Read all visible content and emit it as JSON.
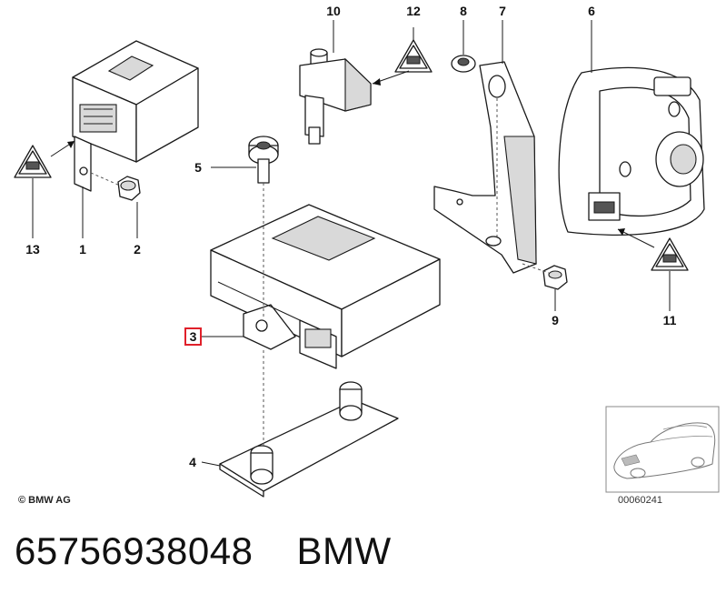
{
  "callouts": {
    "c1": "1",
    "c2": "2",
    "c3": "3",
    "c4": "4",
    "c5": "5",
    "c6": "6",
    "c7": "7",
    "c8": "8",
    "c9": "9",
    "c10": "10",
    "c11": "11",
    "c12": "12",
    "c13": "13"
  },
  "highlight_color": "#e0202a",
  "copyright": "© BMW AG",
  "thumbnail_id": "00060241",
  "caption": {
    "part_number": "65756938048",
    "brand": "BMW"
  }
}
